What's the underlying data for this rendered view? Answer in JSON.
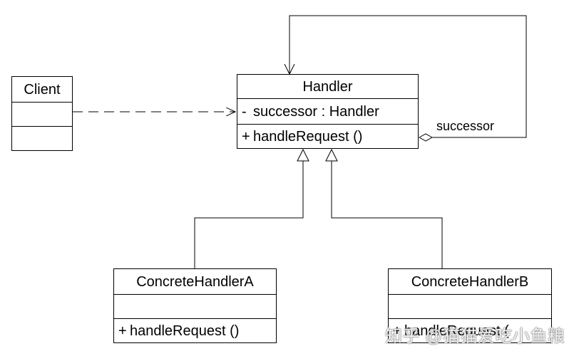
{
  "classes": {
    "client": {
      "name": "Client"
    },
    "handler": {
      "name": "Handler",
      "attribute_visibility": "-",
      "attribute": "successor : Handler",
      "operation_visibility": "+",
      "operation": "handleRequest ()"
    },
    "concrete_a": {
      "name": "ConcreteHandlerA",
      "operation_visibility": "+",
      "operation": "handleRequest ()"
    },
    "concrete_b": {
      "name": "ConcreteHandlerB",
      "operation_visibility": "+",
      "operation": "handleRequest ("
    }
  },
  "relations": {
    "successor_role": "successor"
  },
  "watermark": "知乎 @猫猫爱吃小鱼粮",
  "colors": {
    "line": "#000000",
    "background": "#ffffff"
  }
}
